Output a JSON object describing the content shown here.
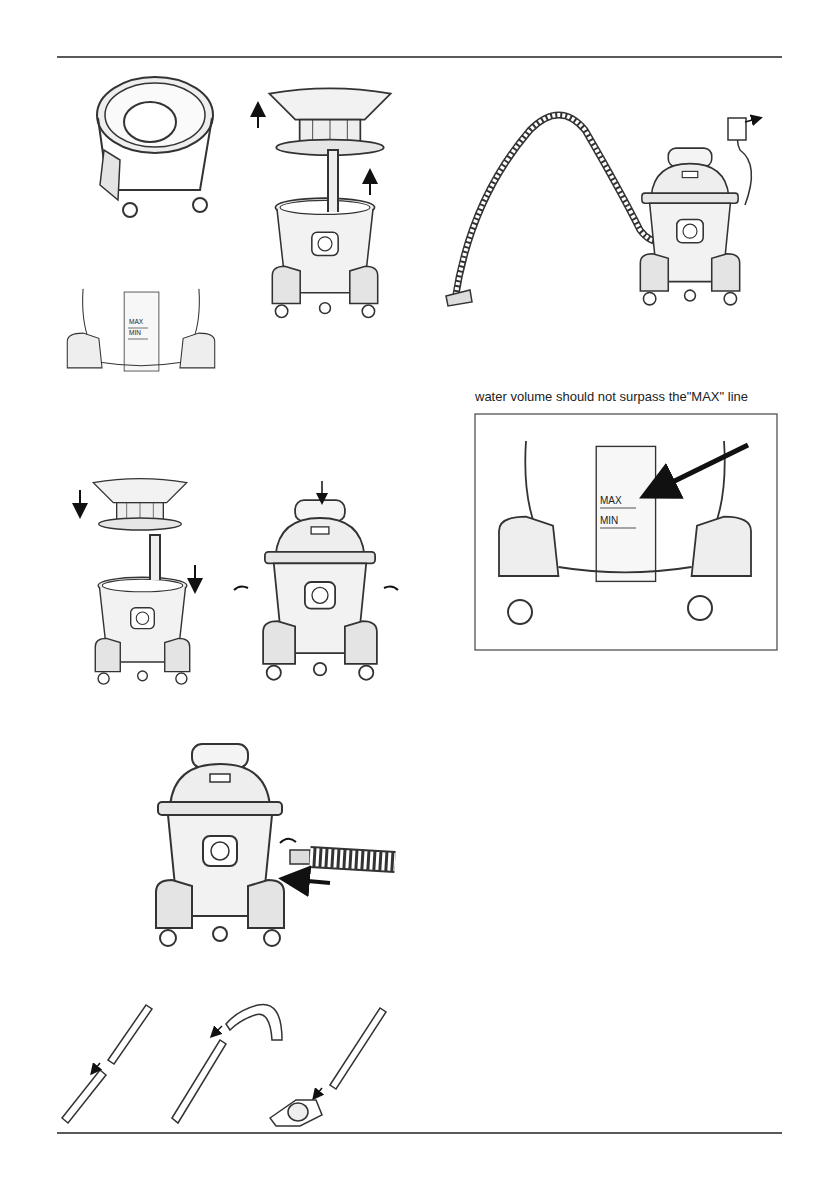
{
  "diagram": {
    "labels": [
      "MAX",
      "MIN",
      "water volume should not surpass the\"MAX\" line",
      "MAX",
      "MIN"
    ]
  }
}
